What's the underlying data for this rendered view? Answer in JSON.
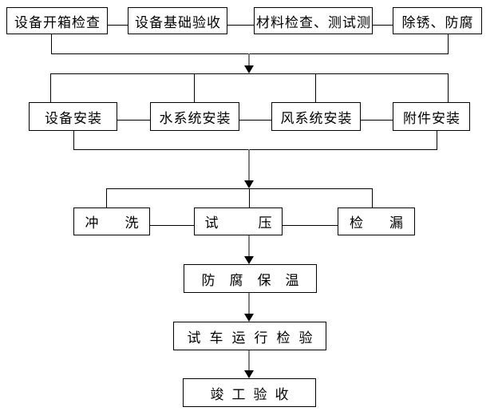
{
  "colors": {
    "background": "#ffffff",
    "box_border": "#000000",
    "line": "#000000",
    "arrow_shaft": "#808080",
    "arrow_head": "#000000",
    "text": "#000000"
  },
  "nodes": {
    "unboxing": {
      "label": "设备开箱检查"
    },
    "foundation": {
      "label": "设备基础验收"
    },
    "material": {
      "label": "材料检查、测试测"
    },
    "rust": {
      "label": "除锈、防腐"
    },
    "equipment_install": {
      "label": "设备安装"
    },
    "water_install": {
      "label": "水系统安装"
    },
    "air_install": {
      "label": "风系统安装"
    },
    "accessory_install": {
      "label": "附件安装"
    },
    "flushing": {
      "label": "冲洗"
    },
    "pressure_test": {
      "label": "试压"
    },
    "leak_check": {
      "label": "检漏"
    },
    "insulation": {
      "label": "防腐保温"
    },
    "trial_run": {
      "label": "试车运行检验"
    },
    "completion": {
      "label": "竣工验收"
    }
  },
  "edges": [
    {
      "from": "unboxing",
      "to": "foundation",
      "style": "line"
    },
    {
      "from": "foundation",
      "to": "material",
      "style": "line"
    },
    {
      "from": "material",
      "to": "rust",
      "style": "line"
    },
    {
      "from": "unboxing",
      "to": "installation-row",
      "style": "merge-arrow"
    },
    {
      "from": "rust",
      "to": "installation-row",
      "style": "merge-arrow"
    },
    {
      "from": "equipment_install",
      "to": "water_install",
      "style": "line"
    },
    {
      "from": "water_install",
      "to": "air_install",
      "style": "line"
    },
    {
      "from": "air_install",
      "to": "accessory_install",
      "style": "line"
    },
    {
      "from": "equipment_install",
      "to": "test-row",
      "style": "merge-arrow"
    },
    {
      "from": "accessory_install",
      "to": "test-row",
      "style": "merge-arrow"
    },
    {
      "from": "flushing",
      "to": "pressure_test",
      "style": "line"
    },
    {
      "from": "pressure_test",
      "to": "leak_check",
      "style": "line"
    },
    {
      "from": "pressure_test",
      "to": "insulation",
      "style": "arrow"
    },
    {
      "from": "insulation",
      "to": "trial_run",
      "style": "arrow"
    },
    {
      "from": "trial_run",
      "to": "completion",
      "style": "arrow"
    }
  ]
}
